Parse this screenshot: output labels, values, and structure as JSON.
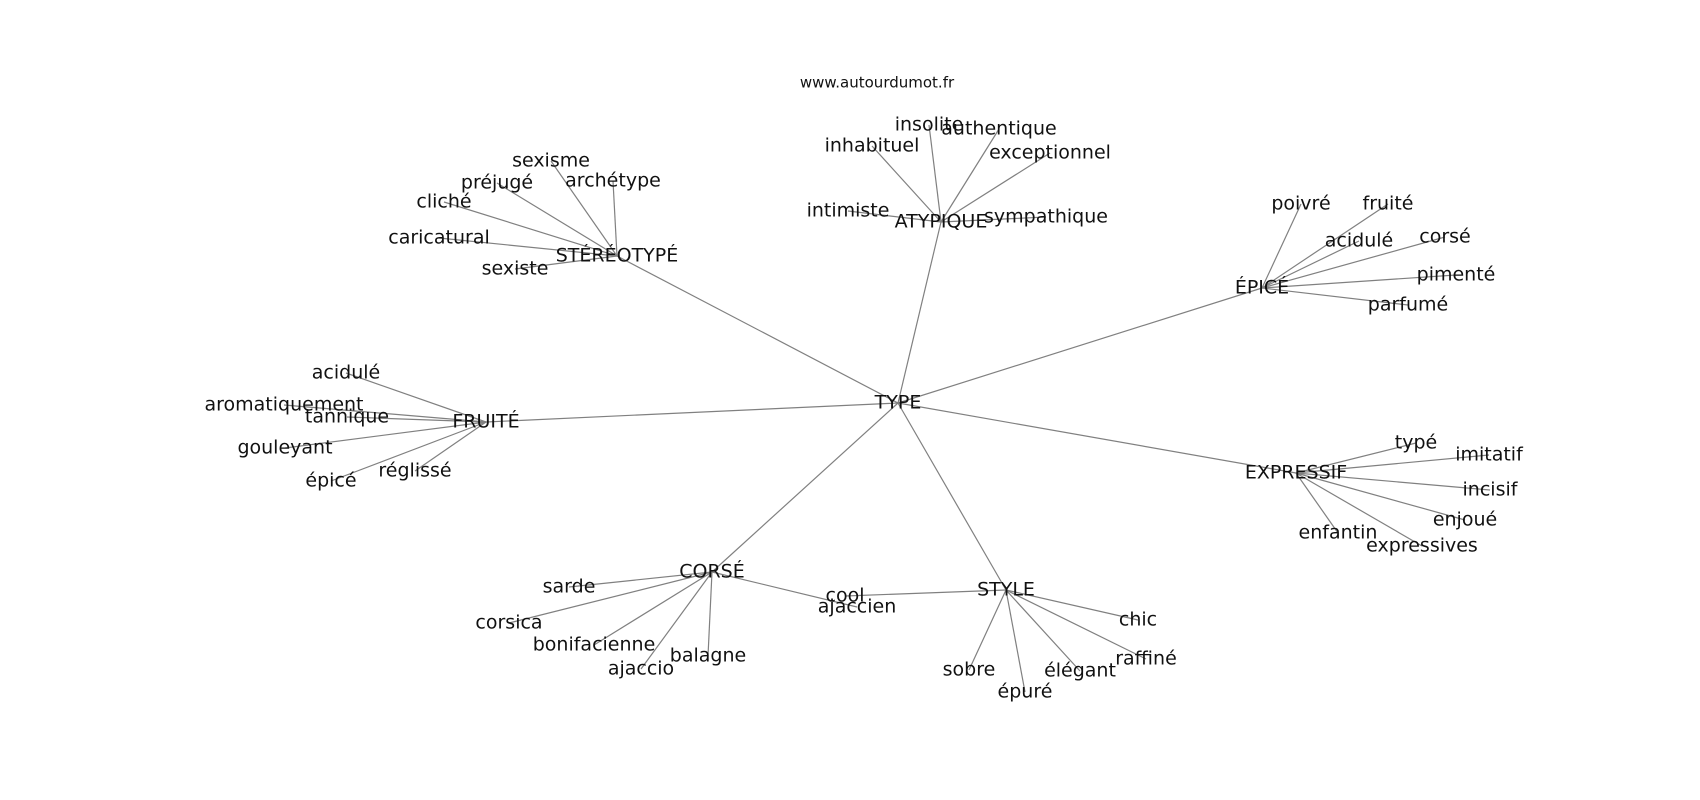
{
  "source": "www.autourdumot.fr",
  "root": "TYPE",
  "clusters": [
    {
      "label": "STÉRÉOTYPÉ",
      "words": [
        "sexisme",
        "préjugé",
        "archétype",
        "cliché",
        "caricatural",
        "sexiste"
      ]
    },
    {
      "label": "ATYPIQUE",
      "words": [
        "insolite",
        "authentique",
        "inhabituel",
        "exceptionnel",
        "intimiste",
        "sympathique"
      ]
    },
    {
      "label": "ÉPICÉ",
      "words": [
        "poivré",
        "fruité",
        "acidulé",
        "corsé",
        "pimenté",
        "parfumé"
      ]
    },
    {
      "label": "FRUITÉ",
      "words": [
        "acidulé",
        "aromatiquement",
        "tannique",
        "gouleyant",
        "épicé",
        "réglissé"
      ]
    },
    {
      "label": "EXPRESSIF",
      "words": [
        "typé",
        "imitatif",
        "incisif",
        "enjoué",
        "enfantin",
        "expressives"
      ]
    },
    {
      "label": "CORSÉ",
      "words": [
        "sarde",
        "corsica",
        "bonifacienne",
        "ajaccio",
        "balagne",
        "ajaccien"
      ]
    },
    {
      "label": "STYLE",
      "words": [
        "cool",
        "chic",
        "raffiné",
        "élégant",
        "sobre",
        "épuré"
      ]
    }
  ]
}
